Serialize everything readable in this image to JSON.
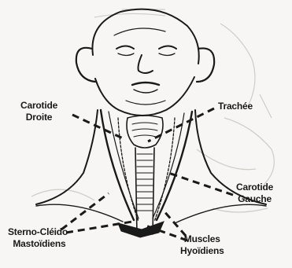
{
  "labels": {
    "carotide_droite": [
      "Carotide",
      "Droite"
    ],
    "trachee": "Trachée",
    "carotide_gauche": [
      "Carotide",
      "Gauche"
    ],
    "sterno": [
      "Sterno-Cléido-",
      "Mastoïdiens"
    ],
    "muscles_hyoidiens": [
      "Muscles",
      "Hyoïdiens"
    ]
  },
  "colors": {
    "ink": "#1a1a1a",
    "paper": "#f7f6f4",
    "faint": "#c9c6c2"
  }
}
